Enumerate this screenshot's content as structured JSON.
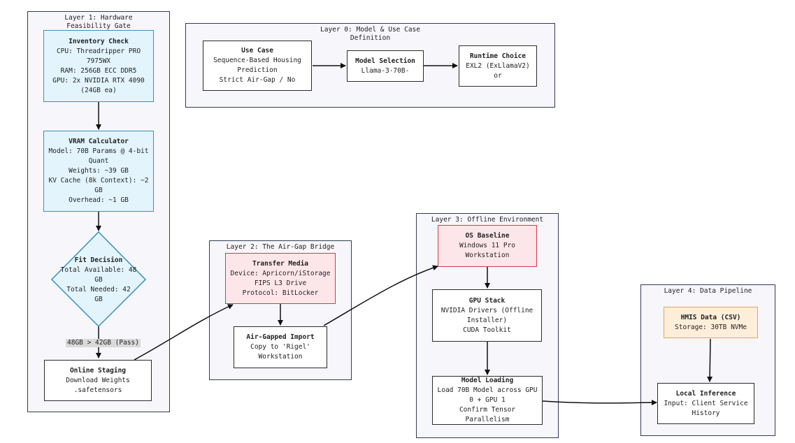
{
  "layers": {
    "l1": "Layer 1: Hardware\nFeasibility Gate",
    "l0": "Layer 0: Model & Use Case\nDefinition",
    "l2": "Layer 2: The Air-Gap Bridge",
    "l3": "Layer 3: Offline Environment",
    "l4": "Layer 4: Data Pipeline"
  },
  "nodes": {
    "inventory": {
      "title": "Inventory Check",
      "lines": [
        "CPU: Threadripper PRO",
        "7975WX",
        "RAM: 256GB ECC DDR5",
        "GPU: 2x NVIDIA RTX 4090",
        "(24GB ea)"
      ]
    },
    "vram": {
      "title": "VRAM Calculator",
      "lines": [
        "Model: 70B Params @ 4-bit",
        "Quant",
        "Weights: ~39 GB",
        "KV Cache (8k Context): ~2",
        "GB",
        "Overhead: ~1 GB"
      ]
    },
    "fit": {
      "title": "Fit Decision",
      "lines": [
        "Total Available: 48",
        "GB",
        "Total Needed: 42",
        "GB"
      ]
    },
    "staging": {
      "title": "Online Staging",
      "lines": [
        "Download Weights",
        ".safetensors"
      ]
    },
    "usecase": {
      "title": "Use Case",
      "lines": [
        "Sequence-Based Housing",
        "Prediction",
        "Strict Air-Gap / No"
      ]
    },
    "model": {
      "title": "Model Selection",
      "lines": [
        "Llama-3-70B-"
      ]
    },
    "runtime": {
      "title": "Runtime Choice",
      "lines": [
        "EXL2 (ExLlamaV2)",
        "or"
      ]
    },
    "transfer": {
      "title": "Transfer Media",
      "lines": [
        "Device: Apricorn/iStorage",
        "FIPS L3 Drive",
        "Protocol: BitLocker"
      ]
    },
    "airgap": {
      "title": "Air-Gapped Import",
      "lines": [
        "Copy to 'Rigel'",
        "Workstation"
      ]
    },
    "os": {
      "title": "OS Baseline",
      "lines": [
        "Windows 11 Pro",
        "Workstation"
      ]
    },
    "gpu": {
      "title": "GPU Stack",
      "lines": [
        "NVIDIA Drivers (Offline",
        "Installer)",
        "CUDA Toolkit"
      ]
    },
    "loading": {
      "title": "Model Loading",
      "lines": [
        "Load 70B Model across GPU",
        "0 + GPU 1",
        "Confirm Tensor Parallelism"
      ]
    },
    "hmis": {
      "title": "HMIS Data (CSV)",
      "lines": [
        "Storage: 30TB NVMe"
      ]
    },
    "inference": {
      "title": "Local Inference",
      "lines": [
        "Input: Client Service",
        "History"
      ]
    }
  },
  "edge_labels": {
    "pass": "48GB > 42GB (Pass)"
  }
}
